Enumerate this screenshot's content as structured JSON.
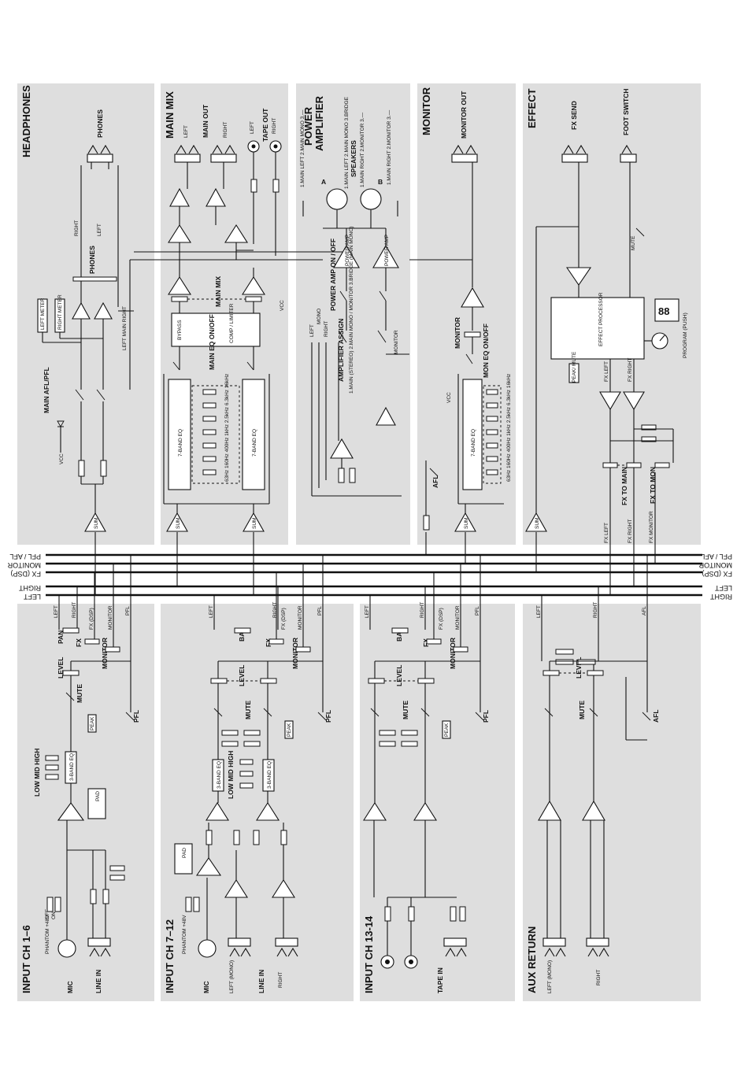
{
  "sections": {
    "headphones": {
      "title": "HEADPHONES",
      "jack": "PHONES",
      "pot": "PHONES",
      "right": "RIGHT",
      "left": "LEFT",
      "left_meter": "LEFT METER",
      "right_meter": "RIGHT METER",
      "main_afl_pfl": "MAIN AFL/PFL",
      "left_main_right": "LEFT  MAIN  RIGHT",
      "vcc": "VCC"
    },
    "main_mix": {
      "title": "MAIN MIX",
      "main_out": "MAIN OUT",
      "left": "LEFT",
      "right": "RIGHT",
      "tape_out": "TAPE OUT",
      "fader": "MAIN MIX",
      "bypass": "BYPASS",
      "comp_limiter": "COMP / LIMITER",
      "eq_onoff": "MAIN EQ ON/OFF",
      "eq_left": "7-BAND EQ",
      "eq_right": "7-BAND EQ",
      "freqs_a": "63Hz  160Hz  400Hz  1kHz  2.5kHz  6.3kHz  16kHz",
      "sum": "SUM",
      "vcc": "VCC"
    },
    "power_amplifier": {
      "title": "POWER AMPLIFIER",
      "speakers": "SPEAKERS",
      "a": "A",
      "b": "B",
      "speaker_a_list": "1.MAIN LEFT  2.MAIN MONO  3.—",
      "speaker_a2_list": "1.MAIN LEFT  2.MAIN MONO  3.BRIDGE",
      "speaker_b_list": "1.MAIN RIGHT  2.MONITOR  3.—",
      "speaker_b2_list": "1.MAIN RIGHT  2.MONITOR  3.—",
      "amp_a": "POWER AMP",
      "amp_b": "POWER AMP",
      "onoff": "POWER AMP ON / OFF",
      "assign": "AMPLIFIER ASSIGN",
      "assign_list": "1.MAIN (STEREO)  2.MAIN MONO / MONITOR  3.BRIDGE (MAIN MONO)",
      "left": "LEFT",
      "mono": "MONO",
      "right": "RIGHT",
      "monitor": "MONITOR"
    },
    "monitor": {
      "title": "MONITOR",
      "out": "MONITOR OUT",
      "fader": "MONITOR",
      "eq_onoff": "MON EQ ON/OFF",
      "eq": "7-BAND EQ",
      "afl": "AFL",
      "freqs": "63Hz 160Hz 400Hz 1kHz 2.5kHz 6.3kHz 16kHz",
      "sum": "SUM",
      "vcc": "VCC"
    },
    "effect": {
      "title": "EFFECT",
      "fx_send": "FX SEND",
      "foot_switch": "FOOT SWITCH",
      "mute": "MUTE",
      "processor": "EFFECT PROCESSOR",
      "display": "88",
      "program": "PROGRAM (PUSH)",
      "peak": "PEAK/ MUTE",
      "fx_left": "FX LEFT",
      "fx_right": "FX RIGHT",
      "fx_to_main": "FX TO MAIN",
      "fx_to_mon": "FX TO MON",
      "fx_monitor": "FX MONITOR",
      "sum": "SUM"
    },
    "input_1_6": {
      "title": "INPUT  CH 1–6",
      "mic": "MIC",
      "line_in": "LINE IN",
      "phantom": "PHANTOM +48V",
      "off": "OFF",
      "on": "ON",
      "pad": "PAD",
      "eq": "3-BAND EQ",
      "bands": "LOW  MID  HIGH",
      "level": "LEVEL",
      "mute": "MUTE",
      "pan": "PAN",
      "fx": "FX",
      "monitor": "MONITOR",
      "pfl": "PFL",
      "peak": "PEAK"
    },
    "input_7_12": {
      "title": "INPUT  CH 7–12",
      "mic": "MIC",
      "line_in": "LINE IN",
      "left_mono": "LEFT (MONO)",
      "right": "RIGHT",
      "phantom": "PHANTOM +48V",
      "pad": "PAD",
      "eq_l": "3-BAND EQ",
      "eq_r": "3-BAND EQ",
      "bands": "LOW  MID  HIGH",
      "level": "LEVEL",
      "mute": "MUTE",
      "bal": "BAL",
      "fx": "FX",
      "monitor": "MONITOR",
      "pfl": "PFL",
      "peak": "PEAK"
    },
    "input_13_14": {
      "title": "INPUT  CH 13-14",
      "tape_in": "TAPE IN",
      "level": "LEVEL",
      "mute": "MUTE",
      "bal": "BAL",
      "fx": "FX",
      "monitor": "MONITOR",
      "pfl": "PFL",
      "peak": "PEAK"
    },
    "aux_return": {
      "title": "AUX RETURN",
      "left_mono": "LEFT (MONO)",
      "right": "RIGHT",
      "level": "LEVEL",
      "mute": "MUTE",
      "afl": "AFL"
    }
  },
  "busses": {
    "top": {
      "left": "PFL / AFL",
      "right": "PFL / AFL"
    },
    "labels_left": [
      "PFL / AFL",
      "MONITOR",
      "FX (DSP)",
      "RIGHT",
      "LEFT"
    ],
    "labels_right": [
      "PFL / AFL",
      "MONITOR",
      "FX (DSP)",
      "LEFT",
      "RIGHT"
    ]
  },
  "tap_labels": {
    "left": "LEFT",
    "right": "RIGHT",
    "fx_dsp": "FX (DSP)",
    "monitor": "MONITOR",
    "pfl": "PFL",
    "afl": "AFL"
  }
}
